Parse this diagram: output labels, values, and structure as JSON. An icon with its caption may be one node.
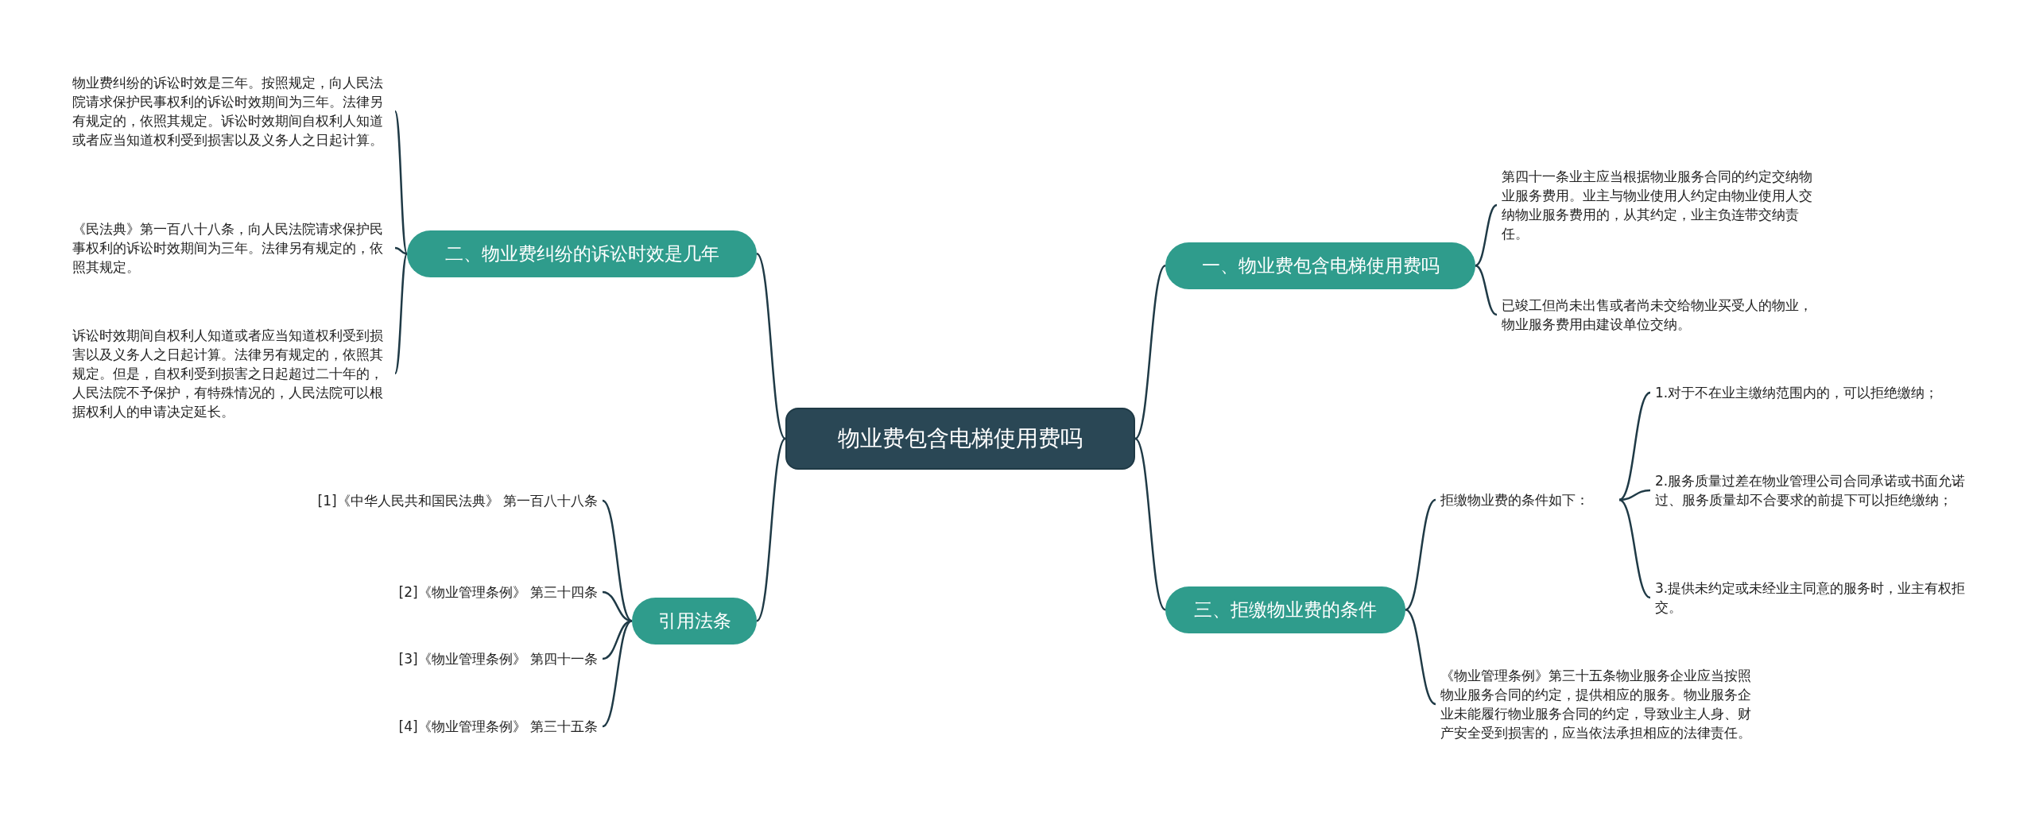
{
  "diagram": {
    "nodes": [
      {
        "text": [
          "物业费包含电梯使用费吗"
        ]
      },
      {
        "text": [
          "一、物业费包含电梯使用费吗"
        ]
      },
      {
        "text": [
          "第四十一条业主应当根据物业服务合同的约定交纳物业服务费用。业主与物业使用人约定由物业使用人交纳物业服务费用的，从其约定，业主负连带交纳责任。"
        ]
      },
      {
        "text": [
          "已竣工但尚未出售或者尚未交给物业买受人的物业，物业服务费用由建设单位交纳。"
        ]
      },
      {
        "text": [
          "二、物业费纠纷的诉讼时效是几年"
        ]
      },
      {
        "text": [
          "物业费纠纷的诉讼时效是三年。按照规定，向人民法院请求保护民事权利的诉讼时效期间为三年。法律另有规定的，依照其规定。诉讼时效期间自权利人知道或者应当知道权利受到损害以及义务人之日起计算。"
        ]
      },
      {
        "text": [
          "《民法典》第一百八十八条，向人民法院请求保护民事权利的诉讼时效期间为三年。法律另有规定的，依照其规定。"
        ]
      },
      {
        "text": [
          "诉讼时效期间自权利人知道或者应当知道权利受到损害以及义务人之日起计算。法律另有规定的，依照其规定。但是，自权利受到损害之日起超过二十年的，人民法院不予保护，有特殊情况的，人民法院可以根据权利人的申请决定延长。"
        ]
      },
      {
        "text": [
          "三、拒缴物业费的条件"
        ]
      },
      {
        "text": [
          "拒缴物业费的条件如下："
        ]
      },
      {
        "text": [
          "1.对于不在业主缴纳范围内的，可以拒绝缴纳；"
        ]
      },
      {
        "text": [
          "2.服务质量过差在物业管理公司合同承诺或书面允诺过、服务质量却不合要求的前提下可以拒绝缴纳；"
        ]
      },
      {
        "text": [
          "3.提供未约定或未经业主同意的服务时，业主有权拒交。"
        ]
      },
      {
        "text": [
          "《物业管理条例》第三十五条物业服务企业应当按照物业服务合同的约定，提供相应的服务。物业服务企业未能履行物业服务合同的约定，导致业主人身、财产安全受到损害的，应当依法承担相应的法律责任。"
        ]
      },
      {
        "text": [
          "引用法条"
        ]
      },
      {
        "text": [
          "[1]《中华人民共和国民法典》 第一百八十八条"
        ]
      },
      {
        "text": [
          "[2]《物业管理条例》 第三十四条"
        ]
      },
      {
        "text": [
          "[3]《物业管理条例》 第四十一条"
        ]
      },
      {
        "text": [
          "[4]《物业管理条例》 第三十五条"
        ]
      }
    ],
    "edges": [
      {
        "from": 0,
        "to": 1,
        "arrow": "none"
      },
      {
        "from": 1,
        "to": 2,
        "arrow": "none"
      },
      {
        "from": 1,
        "to": 3,
        "arrow": "none"
      },
      {
        "from": 0,
        "to": 4,
        "arrow": "none"
      },
      {
        "from": 4,
        "to": 5,
        "arrow": "none"
      },
      {
        "from": 4,
        "to": 6,
        "arrow": "none"
      },
      {
        "from": 4,
        "to": 7,
        "arrow": "none"
      },
      {
        "from": 0,
        "to": 8,
        "arrow": "none"
      },
      {
        "from": 8,
        "to": 9,
        "arrow": "none"
      },
      {
        "from": 9,
        "to": 10,
        "arrow": "none"
      },
      {
        "from": 9,
        "to": 11,
        "arrow": "none"
      },
      {
        "from": 9,
        "to": 12,
        "arrow": "none"
      },
      {
        "from": 8,
        "to": 13,
        "arrow": "none"
      },
      {
        "from": 0,
        "to": 14,
        "arrow": "none"
      },
      {
        "from": 14,
        "to": 15,
        "arrow": "none"
      },
      {
        "from": 14,
        "to": 16,
        "arrow": "none"
      },
      {
        "from": 14,
        "to": 17,
        "arrow": "none"
      },
      {
        "from": 14,
        "to": 18,
        "arrow": "none"
      }
    ]
  }
}
